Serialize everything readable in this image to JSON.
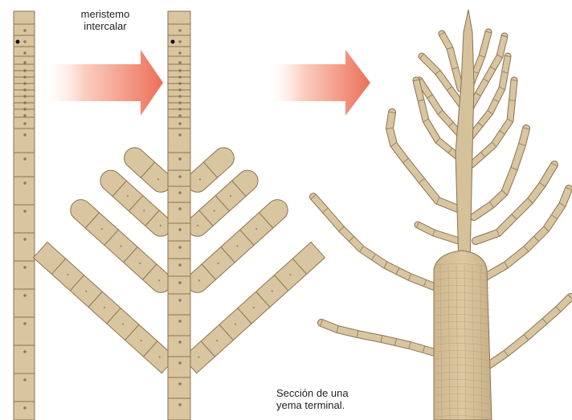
{
  "labels": {
    "meristem_line1": "meristemo",
    "meristem_line2": "intercalar",
    "section_line1": "Sección de una",
    "section_line2": "yema terminal."
  },
  "colors": {
    "cell_fill": "#d9c6a0",
    "cell_stroke": "#8a7352",
    "cell_fill_dark": "#c9b48c",
    "arrow_light": "#fbe0d6",
    "arrow_dark": "#ee7d66",
    "nucleus": "#9a8464"
  },
  "icons": [
    "arrow-right-icon",
    "arrow-right-icon"
  ]
}
